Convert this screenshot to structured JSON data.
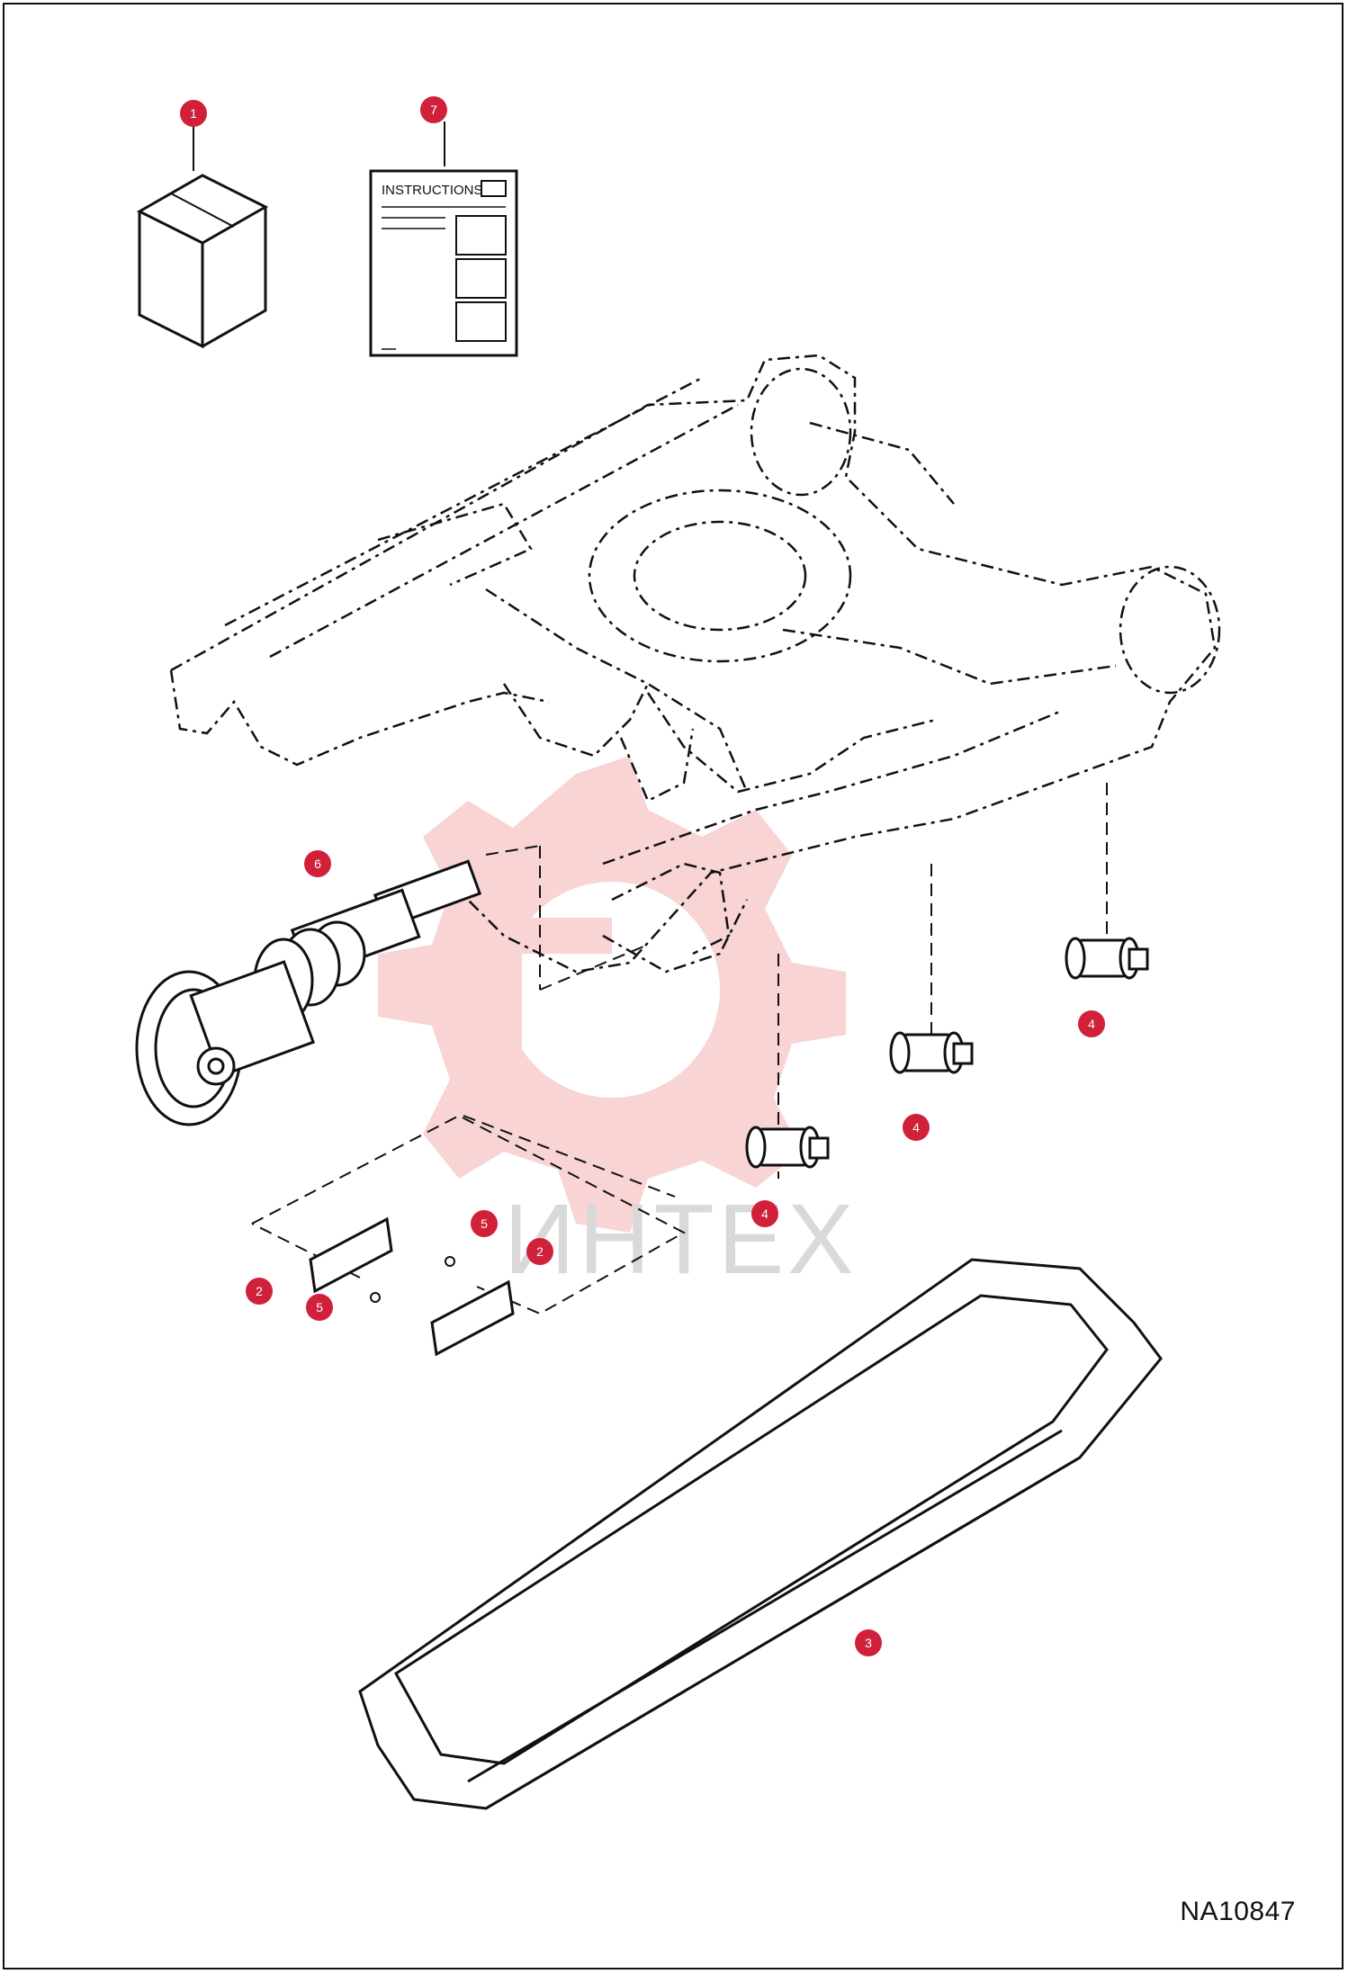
{
  "drawing": {
    "code": "NA10847",
    "instructions_label": "INSTRUCTIONS",
    "watermark_text": "ИНТЕХ"
  },
  "callouts": [
    {
      "id": "c1",
      "number": "1"
    },
    {
      "id": "c7",
      "number": "7"
    },
    {
      "id": "c6",
      "number": "6"
    },
    {
      "id": "c4a",
      "number": "4"
    },
    {
      "id": "c4b",
      "number": "4"
    },
    {
      "id": "c4c",
      "number": "4"
    },
    {
      "id": "c5a",
      "number": "5"
    },
    {
      "id": "c2a",
      "number": "2"
    },
    {
      "id": "c2b",
      "number": "2"
    },
    {
      "id": "c5b",
      "number": "5"
    },
    {
      "id": "c3",
      "number": "3"
    }
  ],
  "colors": {
    "callout_fill": "#d0203a",
    "line": "#111111",
    "watermark": "#f3b7b7"
  }
}
